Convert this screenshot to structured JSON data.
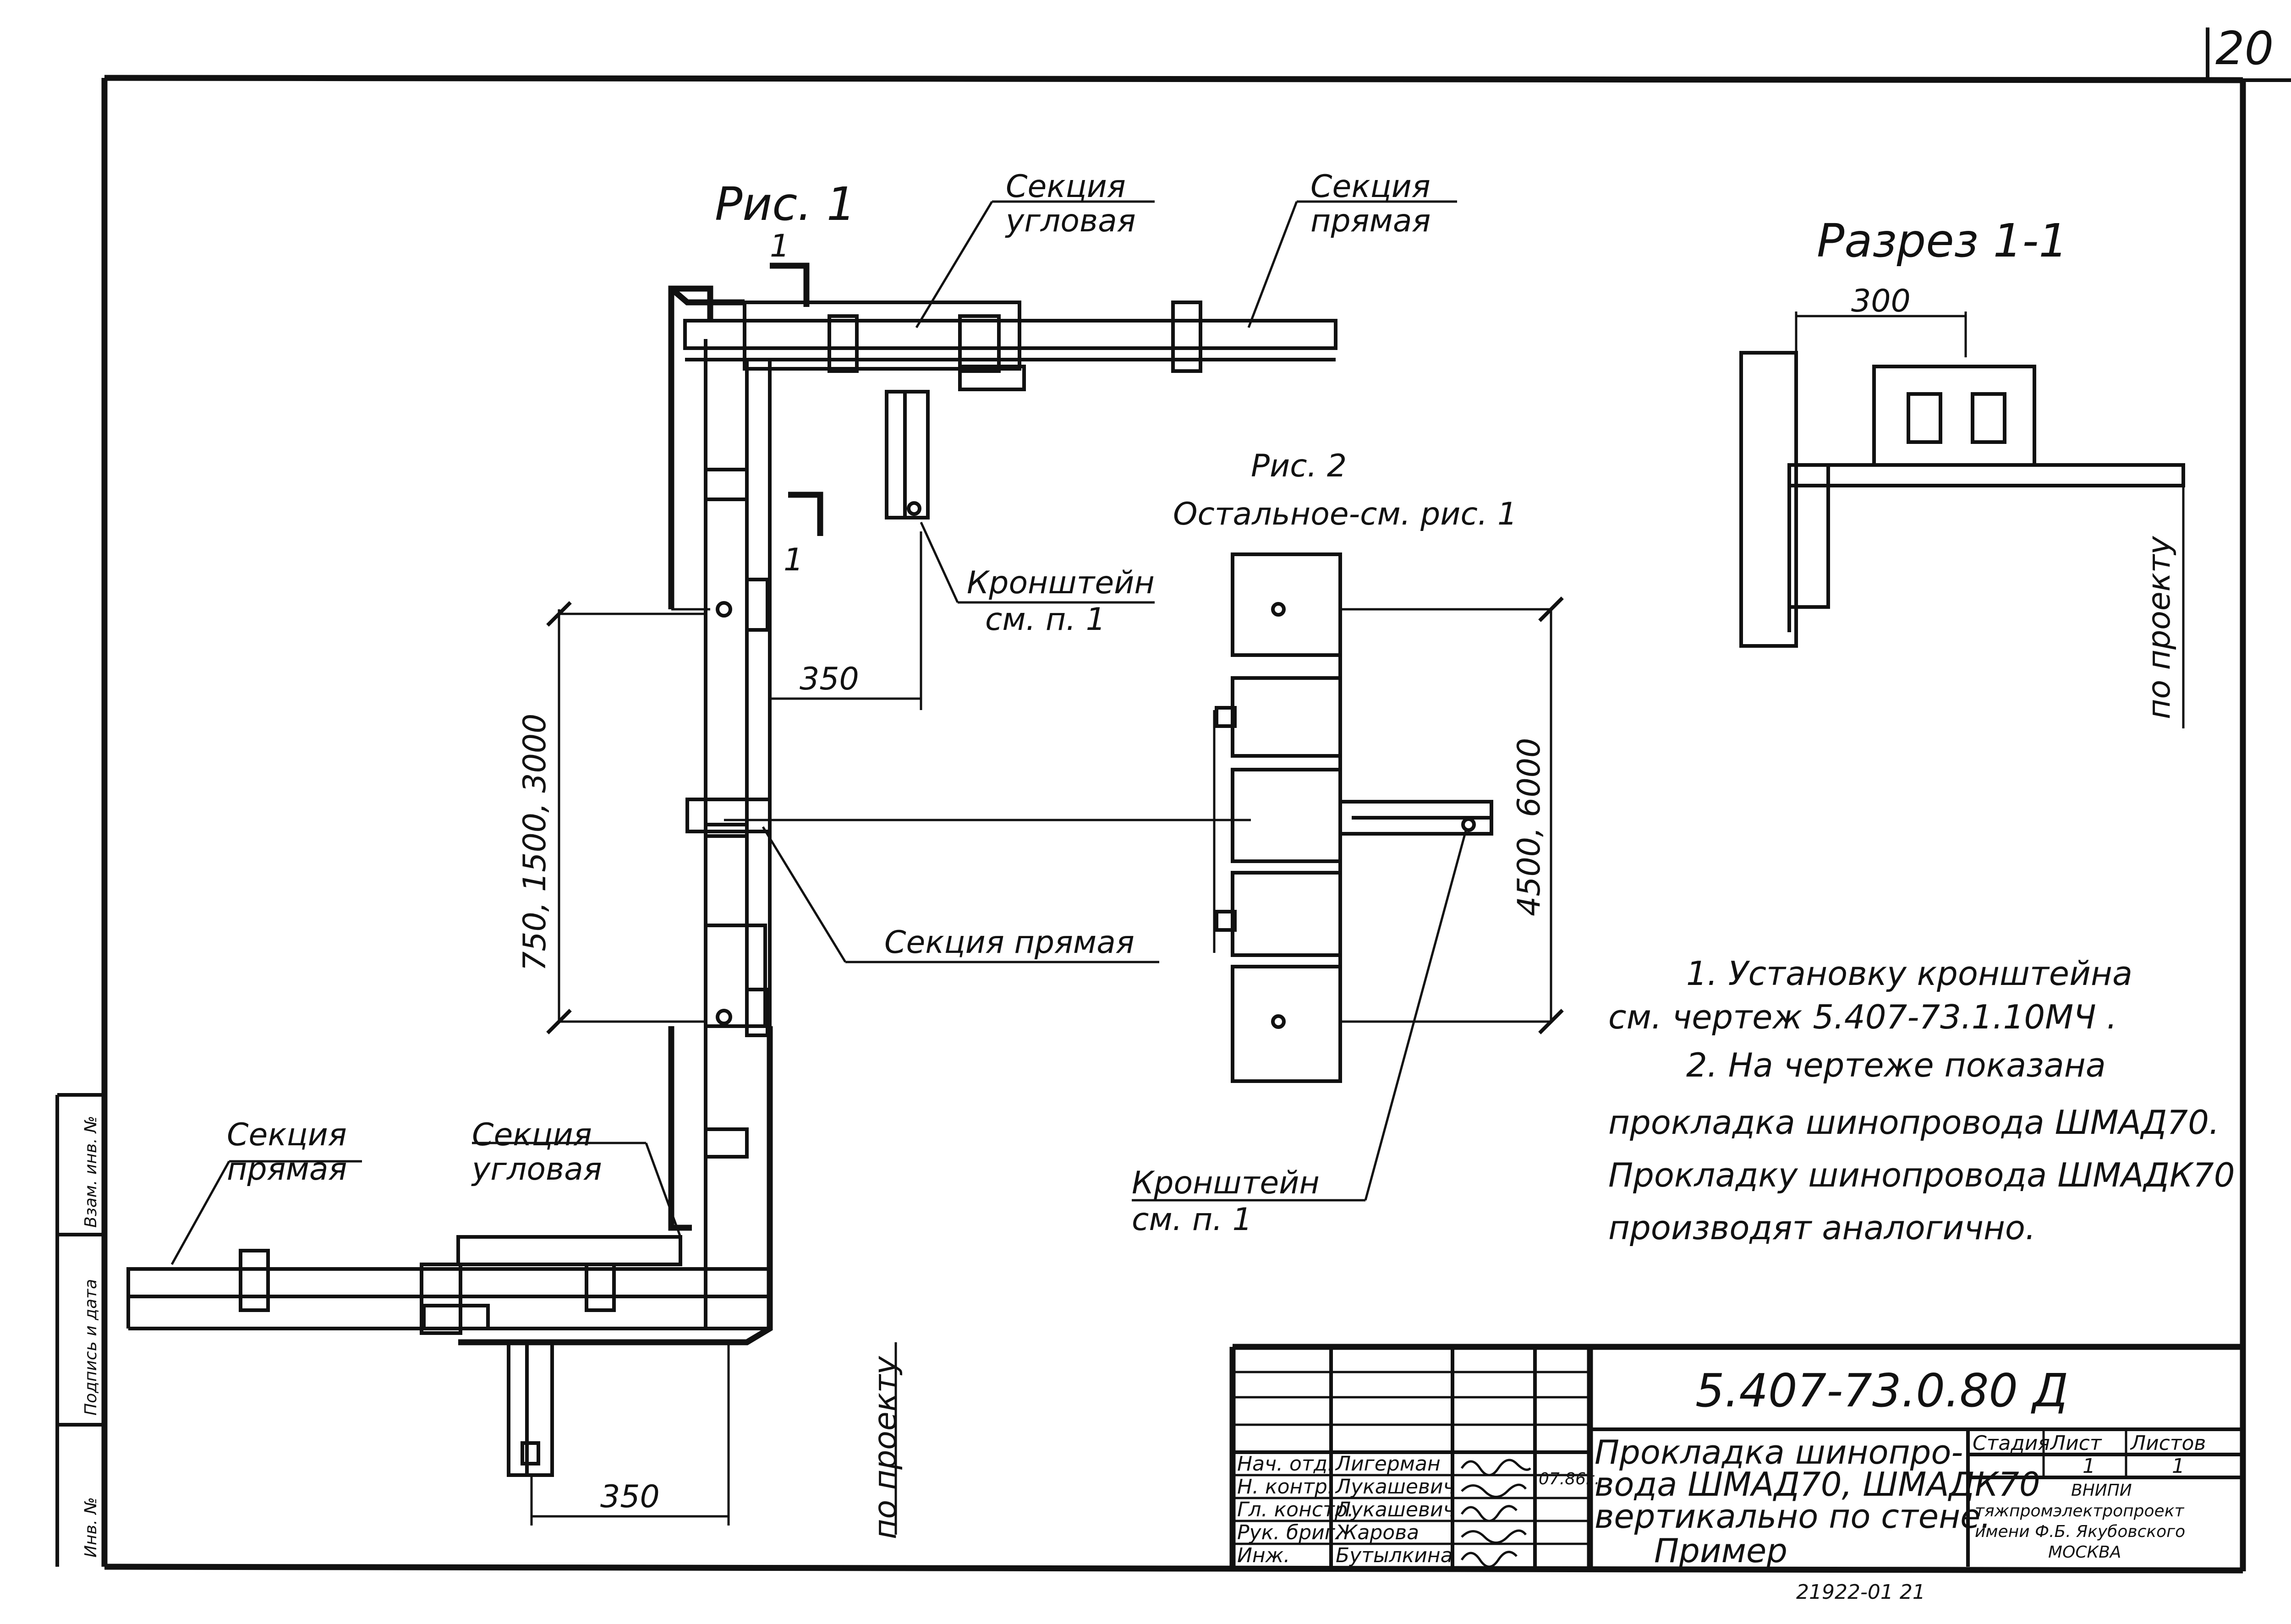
{
  "sheet": {
    "number": "20",
    "footer": "21922-01    21"
  },
  "fig1": {
    "title": "Рис. 1",
    "section_mark_top": "1",
    "section_mark_right": "1",
    "lbl_angle_top": [
      "Секция",
      "угловая"
    ],
    "lbl_straight_top": [
      "Секция",
      "прямая"
    ],
    "lbl_bracket": [
      "Кронштейн",
      "см. п. 1"
    ],
    "dim_350_top": "350",
    "dim_vertical": "750, 1500, 3000",
    "lbl_straight_mid": "Секция прямая",
    "lbl_straight_left": [
      "Секция",
      "прямая"
    ],
    "lbl_angle_bottom": [
      "Секция",
      "угловая"
    ],
    "dim_350_bottom": "350",
    "by_project": "по проекту"
  },
  "fig2": {
    "title": "Рис. 2",
    "subtitle": "Остальное-см. рис. 1",
    "dim_vertical": "4500, 6000",
    "lbl_bracket": [
      "Кронштейн",
      "см. п. 1"
    ]
  },
  "section": {
    "title": "Разрез 1-1",
    "dim": "300",
    "by_project": "по проекту"
  },
  "notes": [
    "1. Установку кронштейна",
    "см. чертеж 5.407-73.1.10МЧ .",
    "2. На чертеже показана",
    "прокладка шинопровода ШМАД70.",
    "Прокладку шинопровода ШМАДК70",
    "производят аналогично."
  ],
  "stamp": {
    "doc_code": "5.407-73.0.80 Д",
    "roles": [
      "Нач. отд.",
      "Н. контр.",
      "Гл. констр.",
      "Рук. бриг.",
      "Инж."
    ],
    "names": [
      "Лигерман",
      "Лукашевич",
      "Лукашевич",
      "Жарова",
      "Бутылкина"
    ],
    "date": "07.86г.",
    "title_lines": [
      "Прокладка шинопро-",
      "вода ШМАД70, ШМАДК70",
      "вертикально по стене.",
      "Пример"
    ],
    "col_stage": "Стадия",
    "col_sheet": "Лист",
    "col_sheets": "Листов",
    "sheet_val": "1",
    "sheets_val": "1",
    "org_lines": [
      "ВНИПИ",
      "тяжпромэлектропроект",
      "имени Ф.Б. Якубовского",
      "МОСКВА"
    ]
  },
  "left_margin": {
    "text_1": "Взам. инв. №",
    "text_2": "Подпись и дата",
    "text_3": "Инв. №"
  }
}
